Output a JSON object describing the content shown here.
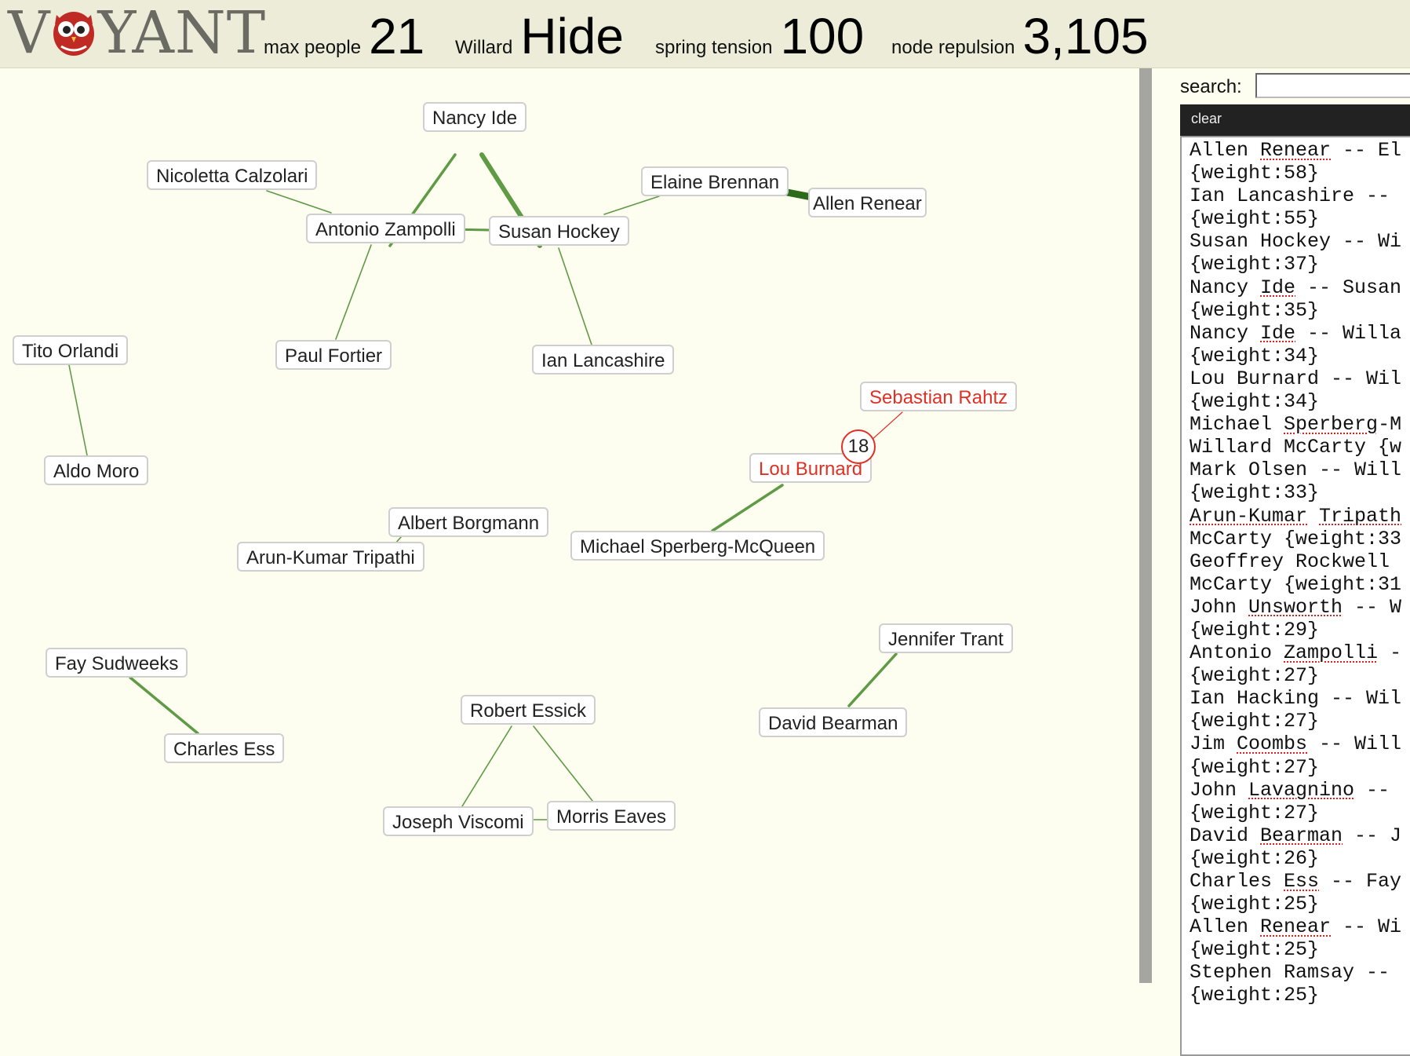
{
  "app": {
    "logo_left": "V",
    "logo_right": "YANT",
    "logo_icon": "owl-icon"
  },
  "controls": {
    "max_people": {
      "label": "max people",
      "value": "21"
    },
    "willard": {
      "label": "Willard",
      "value": "Hide"
    },
    "spring_tension": {
      "label": "spring tension",
      "value": "100"
    },
    "node_repulsion": {
      "label": "node repulsion",
      "value": "3,105"
    }
  },
  "graph": {
    "nodes": {
      "nancy_ide": "Nancy Ide",
      "nicoletta_calzolari": "Nicoletta Calzolari",
      "antonio_zampolli": "Antonio Zampolli",
      "susan_hockey": "Susan Hockey",
      "elaine_brennan": "Elaine Brennan",
      "allen_renear": "Allen Renear",
      "tito_orlandi": "Tito Orlandi",
      "paul_fortier": "Paul Fortier",
      "ian_lancashire": "Ian Lancashire",
      "sebastian_rahtz": "Sebastian Rahtz",
      "aldo_moro": "Aldo Moro",
      "lou_burnard": "Lou Burnard",
      "albert_borgmann": "Albert Borgmann",
      "arun_kumar_tripathi": "Arun-Kumar Tripathi",
      "michael_sperberg_mcqueen": "Michael Sperberg-McQueen",
      "jennifer_trant": "Jennifer Trant",
      "fay_sudweeks": "Fay Sudweeks",
      "robert_essick": "Robert Essick",
      "david_bearman": "David Bearman",
      "charles_ess": "Charles Ess",
      "joseph_viscomi": "Joseph Viscomi",
      "morris_eaves": "Morris Eaves"
    },
    "selected_edge_weight": "18",
    "colors": {
      "edge": "#5f9a45",
      "highlight": "#e03024"
    }
  },
  "panel": {
    "search_label": "search:",
    "search_value": "",
    "clear_label": "clear",
    "edge_lines": [
      [
        {
          "t": "Allen "
        },
        {
          "u": "Renear"
        },
        {
          "t": " -- El"
        }
      ],
      [
        {
          "t": "{weight:58}"
        }
      ],
      [
        {
          "t": "Ian Lancashire -- "
        }
      ],
      [
        {
          "t": "{weight:55}"
        }
      ],
      [
        {
          "t": "Susan Hockey -- Wi"
        }
      ],
      [
        {
          "t": "{weight:37}"
        }
      ],
      [
        {
          "t": "Nancy "
        },
        {
          "u": "Ide"
        },
        {
          "t": " -- Susan"
        }
      ],
      [
        {
          "t": "{weight:35}"
        }
      ],
      [
        {
          "t": "Nancy "
        },
        {
          "u": "Ide"
        },
        {
          "t": " -- Willa"
        }
      ],
      [
        {
          "t": "{weight:34}"
        }
      ],
      [
        {
          "t": "Lou Burnard -- Wil"
        }
      ],
      [
        {
          "t": "{weight:34}"
        }
      ],
      [
        {
          "t": "Michael "
        },
        {
          "u": "Sperberg"
        },
        {
          "t": "-M"
        }
      ],
      [
        {
          "t": "Willard McCarty {w"
        }
      ],
      [
        {
          "t": "Mark Olsen -- Will"
        }
      ],
      [
        {
          "t": "{weight:33}"
        }
      ],
      [
        {
          "u": "Arun-Kumar"
        },
        {
          "t": " "
        },
        {
          "u": "Tripath"
        }
      ],
      [
        {
          "t": "McCarty {weight:33"
        }
      ],
      [
        {
          "t": "Geoffrey Rockwell "
        }
      ],
      [
        {
          "t": "McCarty {weight:31"
        }
      ],
      [
        {
          "t": "John "
        },
        {
          "u": "Unsworth"
        },
        {
          "t": " -- W"
        }
      ],
      [
        {
          "t": "{weight:29}"
        }
      ],
      [
        {
          "t": "Antonio "
        },
        {
          "u": "Zampolli"
        },
        {
          "t": " -"
        }
      ],
      [
        {
          "t": "{weight:27}"
        }
      ],
      [
        {
          "t": "Ian Hacking -- Wil"
        }
      ],
      [
        {
          "t": "{weight:27}"
        }
      ],
      [
        {
          "t": "Jim "
        },
        {
          "u": "Coombs"
        },
        {
          "t": " -- Will"
        }
      ],
      [
        {
          "t": "{weight:27}"
        }
      ],
      [
        {
          "t": "John "
        },
        {
          "u": "Lavagnino"
        },
        {
          "t": " -- "
        }
      ],
      [
        {
          "t": "{weight:27}"
        }
      ],
      [
        {
          "t": "David "
        },
        {
          "u": "Bearman"
        },
        {
          "t": " -- J"
        }
      ],
      [
        {
          "t": "{weight:26}"
        }
      ],
      [
        {
          "t": "Charles "
        },
        {
          "u": "Ess"
        },
        {
          "t": " -- Fay"
        }
      ],
      [
        {
          "t": "{weight:25}"
        }
      ],
      [
        {
          "t": "Allen "
        },
        {
          "u": "Renear"
        },
        {
          "t": " -- Wi"
        }
      ],
      [
        {
          "t": "{weight:25}"
        }
      ],
      [
        {
          "t": "Stephen Ramsay -- "
        }
      ],
      [
        {
          "t": "{weight:25}"
        }
      ]
    ]
  }
}
